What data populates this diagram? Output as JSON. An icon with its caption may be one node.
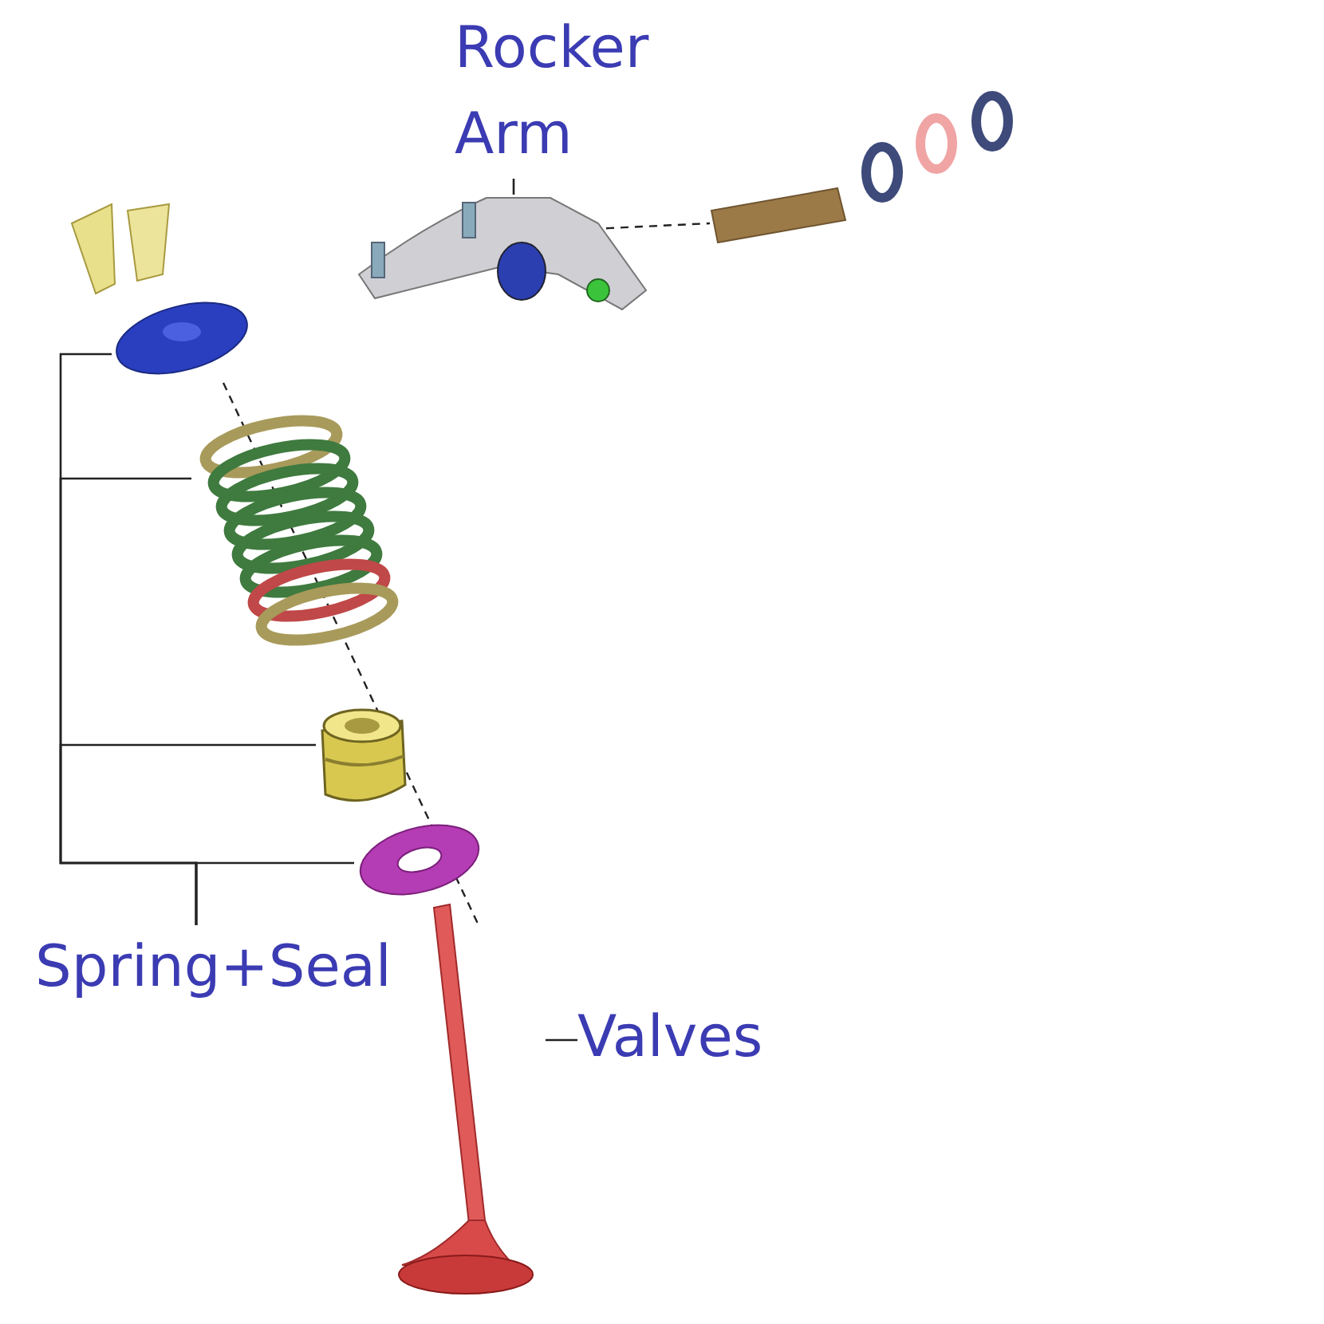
{
  "diagram": {
    "nodes": [
      {
        "text": [
          "Rocker Arm"
        ]
      },
      {
        "text": [],
        "shape": "picture"
      },
      {
        "text": [
          "Spring+Seal"
        ]
      },
      {
        "text": [],
        "shape": "picture"
      },
      {
        "text": [],
        "shape": "picture"
      },
      {
        "text": [],
        "shape": "picture"
      },
      {
        "text": [],
        "shape": "picture"
      },
      {
        "text": [
          "Valves"
        ]
      },
      {
        "text": [],
        "shape": "picture"
      }
    ],
    "edges": [
      {
        "from": 0,
        "to": 1,
        "arrow": "none"
      },
      {
        "from": 2,
        "to": 3,
        "arrow": "none"
      },
      {
        "from": 2,
        "to": 4,
        "arrow": "none"
      },
      {
        "from": 2,
        "to": 5,
        "arrow": "none"
      },
      {
        "from": 2,
        "to": 6,
        "arrow": "none"
      },
      {
        "from": 7,
        "to": 8,
        "arrow": "none"
      }
    ]
  }
}
